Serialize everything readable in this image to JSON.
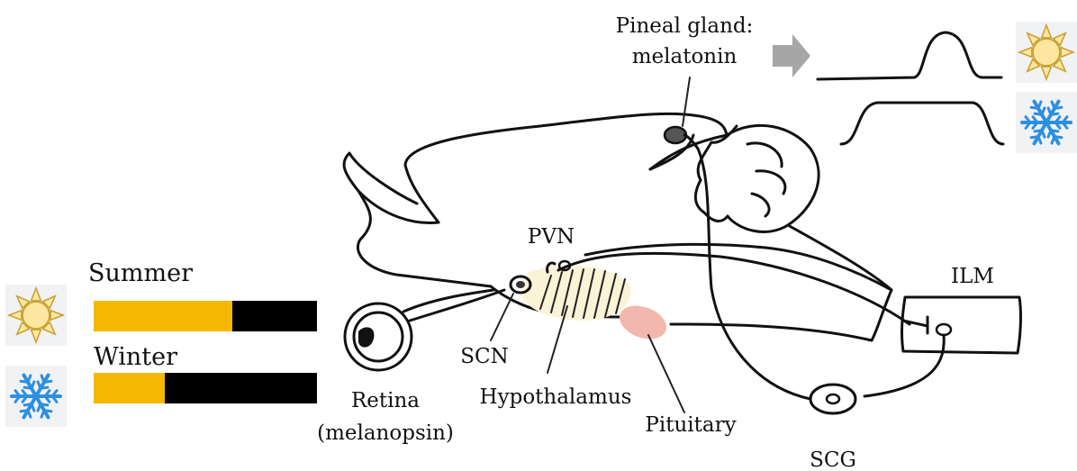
{
  "labels": {
    "pineal_line1": "Pineal gland:",
    "pineal_line2": "melatonin",
    "pvn": "PVN",
    "scn": "SCN",
    "hypothalamus": "Hypothalamus",
    "pituitary": "Pituitary",
    "retina_line1": "Retina",
    "retina_line2": "(melanopsin)",
    "ilm": "ILM",
    "scg": "SCG"
  },
  "photoperiod": {
    "summer": {
      "label": "Summer",
      "light_fraction": 0.62
    },
    "winter": {
      "label": "Winter",
      "light_fraction": 0.32
    }
  },
  "melatonin_profiles": [
    {
      "season": "summer",
      "icon": "sun-icon"
    },
    {
      "season": "winter",
      "icon": "snowflake-icon"
    }
  ],
  "colors": {
    "light": "#F5B800",
    "dark": "#000000",
    "hypothalamus_fill": "#FBF3D6",
    "pituitary_fill": "#F2B8B0",
    "pineal_fill": "#555555",
    "arrow": "#A6A6A6",
    "snowflake": "#2D8FE0",
    "sun_fill": "#FCE6A0",
    "sun_stroke": "#C9A234",
    "icon_bg": "#F1F2F4"
  }
}
